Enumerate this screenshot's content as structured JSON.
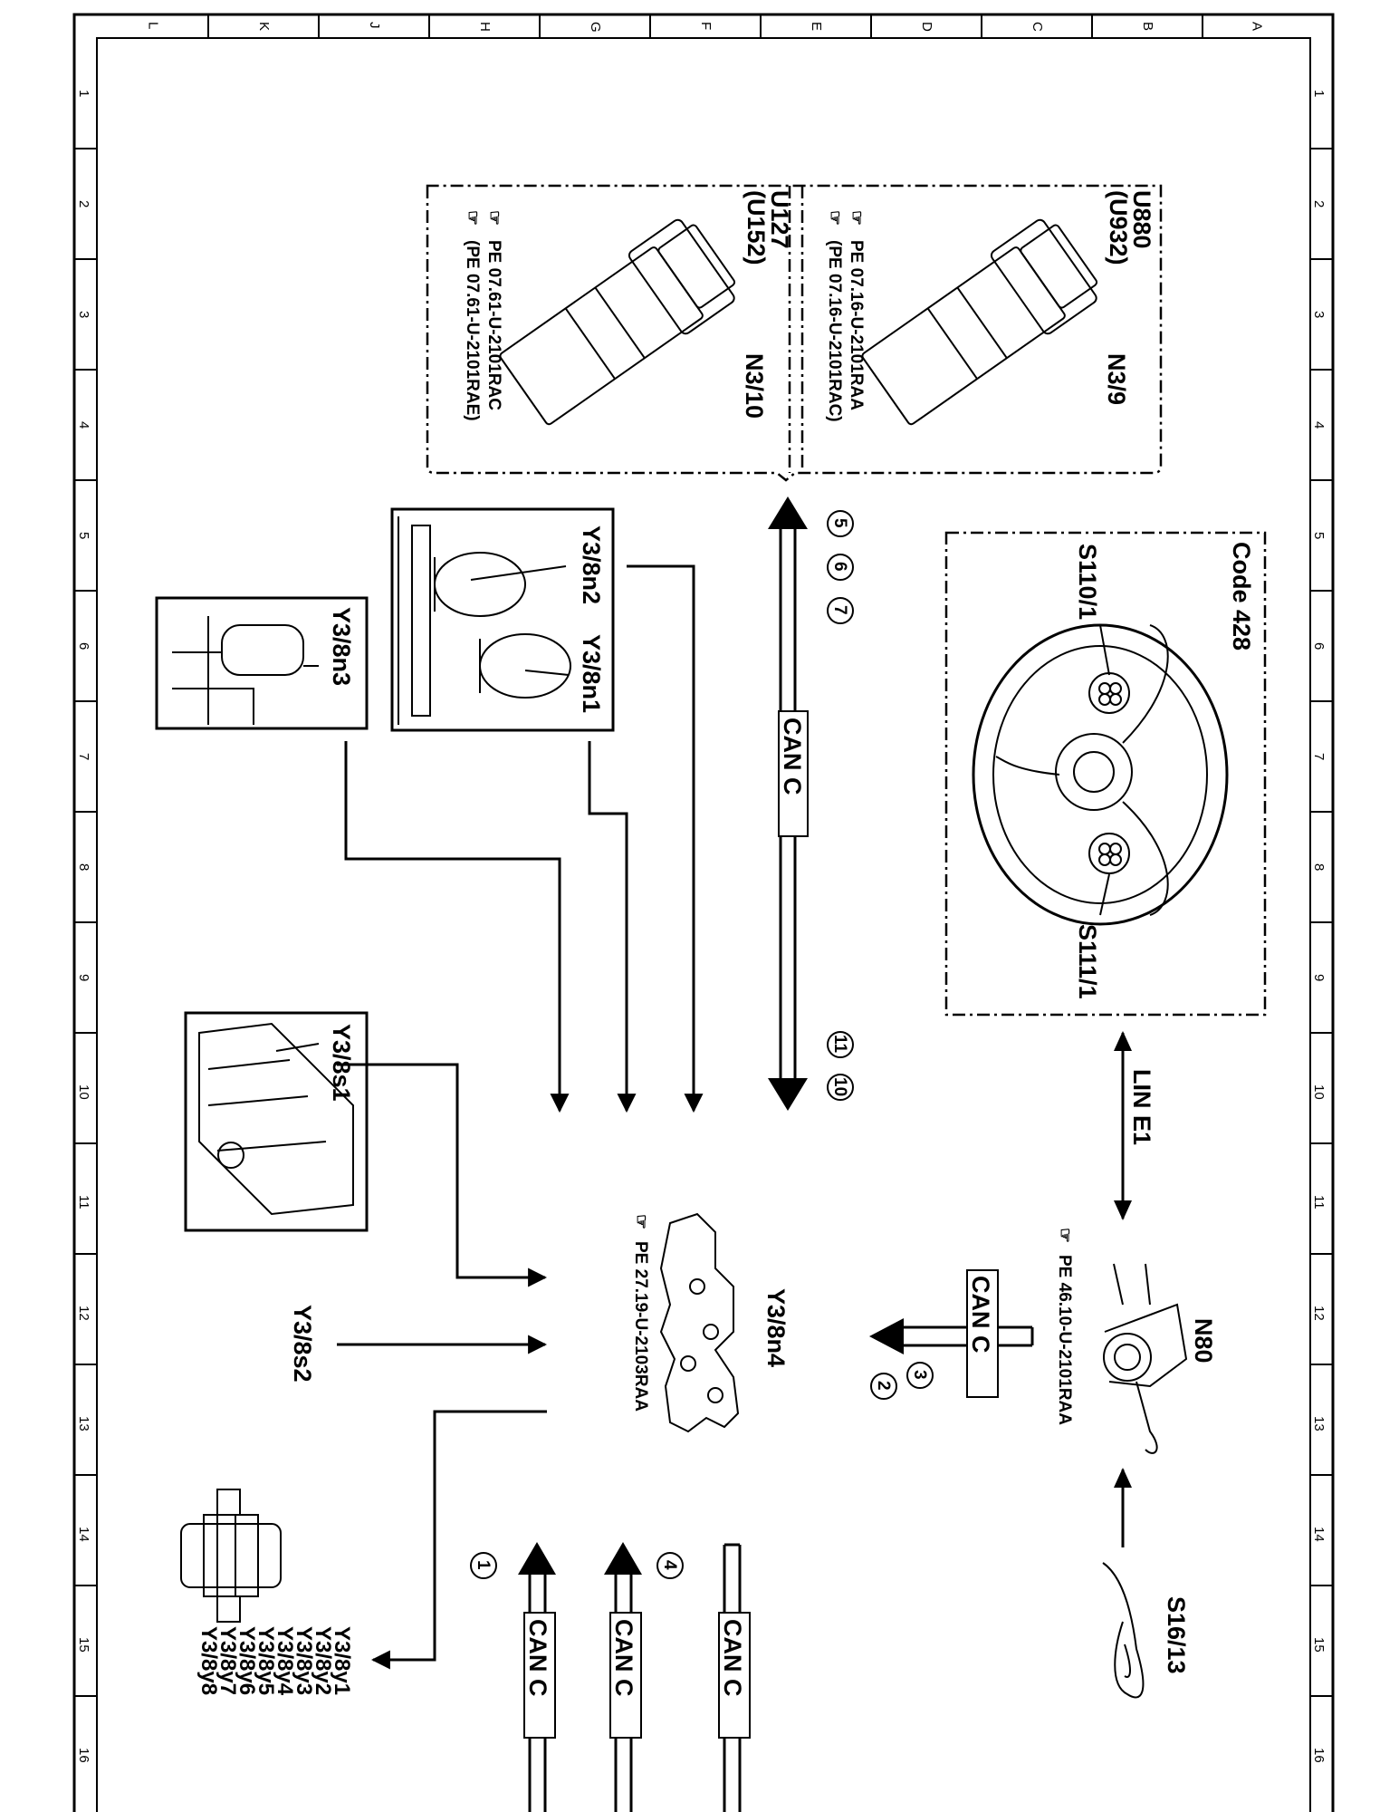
{
  "frame": {
    "col_letters": [
      "L",
      "K",
      "J",
      "H",
      "G",
      "F",
      "E",
      "D",
      "C",
      "B",
      "A"
    ],
    "row_numbers": [
      "1",
      "2",
      "3",
      "4",
      "5",
      "6",
      "7",
      "8",
      "9",
      "10",
      "11",
      "12",
      "13",
      "14",
      "15",
      "16"
    ]
  },
  "components": {
    "n3_9": {
      "label": "N3/9",
      "id1": "U880",
      "id2": "(U932)",
      "ref1": "PE 07.16-U-2101RAA",
      "ref2": "(PE 07.16-U-2101RAC)"
    },
    "n3_10": {
      "label": "N3/10",
      "id1": "U127",
      "id2": "(U152)",
      "ref1": "PE 07.61-U-2101RAC",
      "ref2": "(PE 07.61-U-2101RAE)"
    },
    "code_box": {
      "title": "Code 428",
      "s110": "S110/1",
      "s111": "S111/1"
    },
    "y3_8n2": "Y3/8n2",
    "y3_8n1": "Y3/8n1",
    "y3_8n3": "Y3/8n3",
    "y3_8s1": "Y3/8s1",
    "y3_8s2": "Y3/8s2",
    "y3_8n4": {
      "label": "Y3/8n4",
      "ref": "PE 27.19-U-2103RAA"
    },
    "n80": {
      "label": "N80",
      "ref": "PE 46.10-U-2101RAA"
    },
    "s16_13": "S16/13",
    "solenoids": [
      "Y3/8y1",
      "Y3/8y2",
      "Y3/8y3",
      "Y3/8y4",
      "Y3/8y5",
      "Y3/8y6",
      "Y3/8y7",
      "Y3/8y8"
    ]
  },
  "buses": {
    "can_label": "CAN C",
    "lin_label": "LIN E1"
  },
  "markers": [
    "5",
    "6",
    "7",
    "11",
    "10",
    "3",
    "2",
    "1",
    "4"
  ]
}
